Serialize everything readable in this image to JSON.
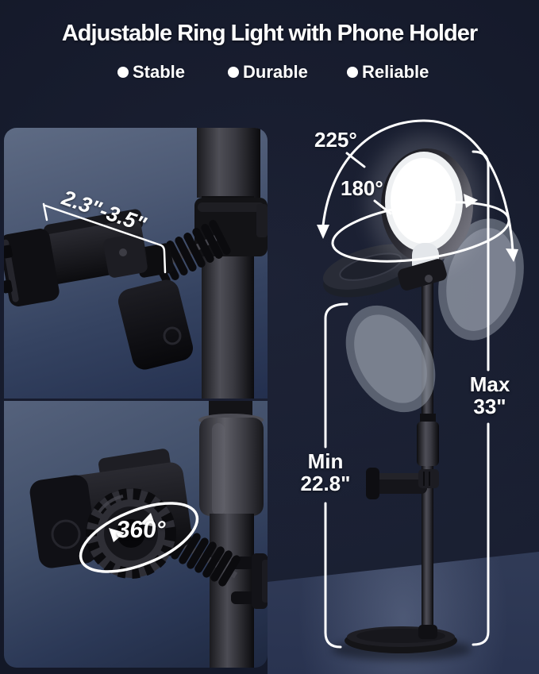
{
  "header": {
    "title": "Adjustable Ring Light with Phone Holder",
    "bullets": [
      {
        "label": "Stable"
      },
      {
        "label": "Durable"
      },
      {
        "label": "Reliable"
      }
    ]
  },
  "panels": {
    "clamp_width_label": "2.3\"-3.5\"",
    "rotation_label": "360°"
  },
  "scene": {
    "tilt_label": "225°",
    "swivel_label": "180°",
    "max_label": "Max",
    "max_value": "33\"",
    "min_label": "Min",
    "min_value": "22.8\""
  },
  "colors": {
    "page_bg": "#151a2b",
    "panel_gradient_top": "#5e6b84",
    "panel_gradient_bottom": "#1e2840",
    "floor": "#3e4b65",
    "annotation_text": "#ffffff",
    "light_glow": "#ffffff",
    "ghost_disc": "#98a0ae",
    "product_black": "#101014"
  }
}
